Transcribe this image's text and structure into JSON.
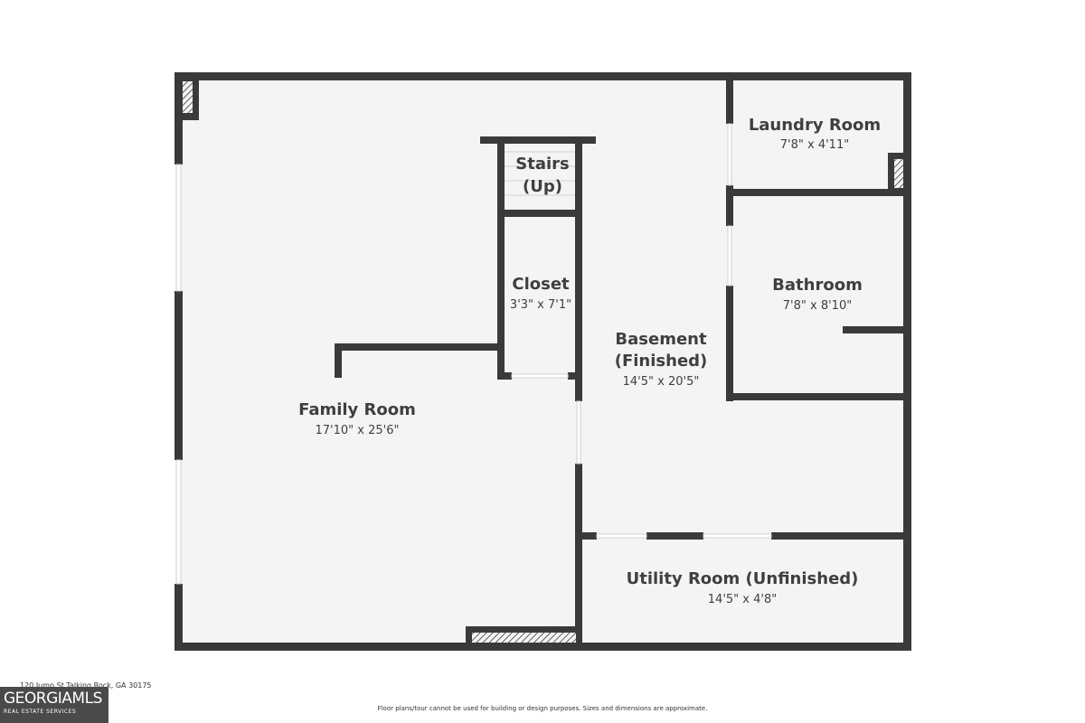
{
  "colors": {
    "wall": "#3a3a3a",
    "floor": "#f4f4f4",
    "text": "#3f3f3f",
    "logo_bg": "#4a4a4a"
  },
  "rooms": [
    {
      "name": "Laundry Room",
      "dimensions": "7'8\" x 4'11\""
    },
    {
      "name": "Stairs",
      "name_line2": "(Up)"
    },
    {
      "name": "Closet",
      "dimensions": "3'3\" x 7'1\""
    },
    {
      "name": "Bathroom",
      "dimensions": "7'8\" x 8'10\""
    },
    {
      "name": "Basement",
      "name_line2": "(Finished)",
      "dimensions": "14'5\" x 20'5\""
    },
    {
      "name": "Family Room",
      "dimensions": "17'10\" x 25'6\""
    },
    {
      "name": "Utility Room (Unfinished)",
      "dimensions": "14'5\" x 4'8\""
    }
  ],
  "footer": {
    "address": "120 Jump St Talking Rock, GA 30175",
    "disclaimer": "Floor plans/tour cannot be used for building or design purposes. Sizes and dimensions are approximate."
  },
  "logo": {
    "main": "GEORGIAMLS",
    "sub": "REAL ESTATE SERVICES"
  }
}
